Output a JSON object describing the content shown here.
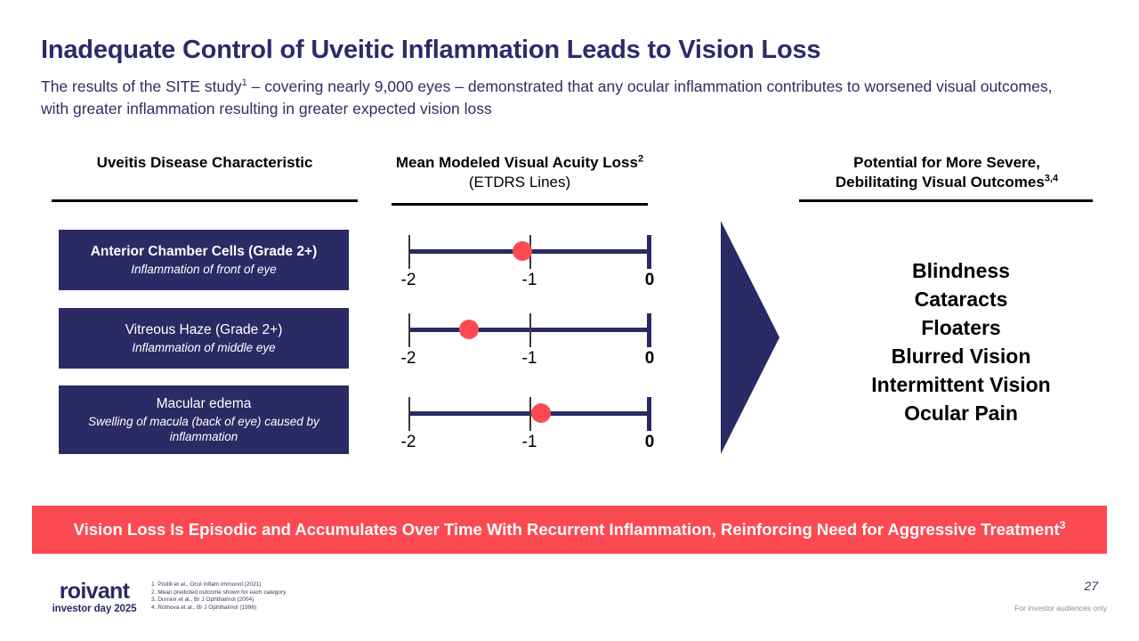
{
  "slide": {
    "title": "Inadequate Control of Uveitic Inflammation Leads to Vision Loss",
    "subtitle_prefix": "The results of the SITE study",
    "subtitle_marker": "1",
    "subtitle_rest": " – covering nearly 9,000 eyes – demonstrated that any ocular inflammation contributes to worsened visual outcomes, with greater inflammation resulting in greater expected vision loss"
  },
  "columns": {
    "characteristic": {
      "heading": "Uveitis Disease Characteristic"
    },
    "acuity": {
      "heading_line1": "Mean Modeled Visual Acuity Loss",
      "heading_marker": "2",
      "heading_line2": "(ETDRS Lines)"
    },
    "outcomes": {
      "heading_line1": "Potential for More Severe,",
      "heading_line2": "Debilitating Visual Outcomes",
      "heading_marker": "3,4"
    }
  },
  "rows": [
    {
      "title": "Anterior Chamber Cells (Grade 2+)",
      "subtitle": "Inflammation of front of eye",
      "bold_title": true
    },
    {
      "title": "Vitreous Haze (Grade 2+)",
      "subtitle": "Inflammation of middle eye",
      "bold_title": false
    },
    {
      "title": "Macular edema",
      "subtitle": "Swelling of macula (back of eye) caused by inflammation",
      "bold_title": false
    }
  ],
  "chart_data": {
    "type": "scatter",
    "title": "Mean Modeled Visual Acuity Loss (ETDRS Lines)",
    "xlabel": "ETDRS Lines",
    "ylabel": "",
    "xlim": [
      -2,
      0
    ],
    "tick_labels": [
      "-2",
      "-1",
      "0"
    ],
    "tick_values": [
      -2,
      -1,
      0
    ],
    "grid": false,
    "legend": "none",
    "categories": [
      "Anterior Chamber Cells (Grade 2+)",
      "Vitreous Haze (Grade 2+)",
      "Macular edema"
    ],
    "values": [
      -1.05,
      -1.5,
      -0.9
    ],
    "marker_color": "#fc4a52",
    "axis_color": "#2a2a64"
  },
  "outcomes_list": [
    "Blindness",
    "Cataracts",
    "Floaters",
    "Blurred Vision",
    "Intermittent Vision",
    "Ocular Pain"
  ],
  "banner": {
    "text": "Vision Loss Is Episodic and Accumulates Over Time With Recurrent Inflammation, Reinforcing Need for Aggressive Treatment",
    "marker": "3",
    "color": "#fc4a52"
  },
  "footer": {
    "logo_word": "roivant",
    "logo_tagline": "investor day 2025",
    "page_number": "27",
    "audience_note": "For investor audiences only",
    "footnotes": [
      "1. Pistilli et al., Ocul Inflam Immunol (2021)",
      "2. Mean predicted outcome shown for each category",
      "3. Durrani et al., Br J Ophthalmol (2004)",
      "4. Rothova et al., Br J Ophthalmol (1996)"
    ]
  },
  "theme": {
    "navy": "#2a2a64",
    "red": "#fc4a52",
    "title_color": "#2b2b6b"
  }
}
